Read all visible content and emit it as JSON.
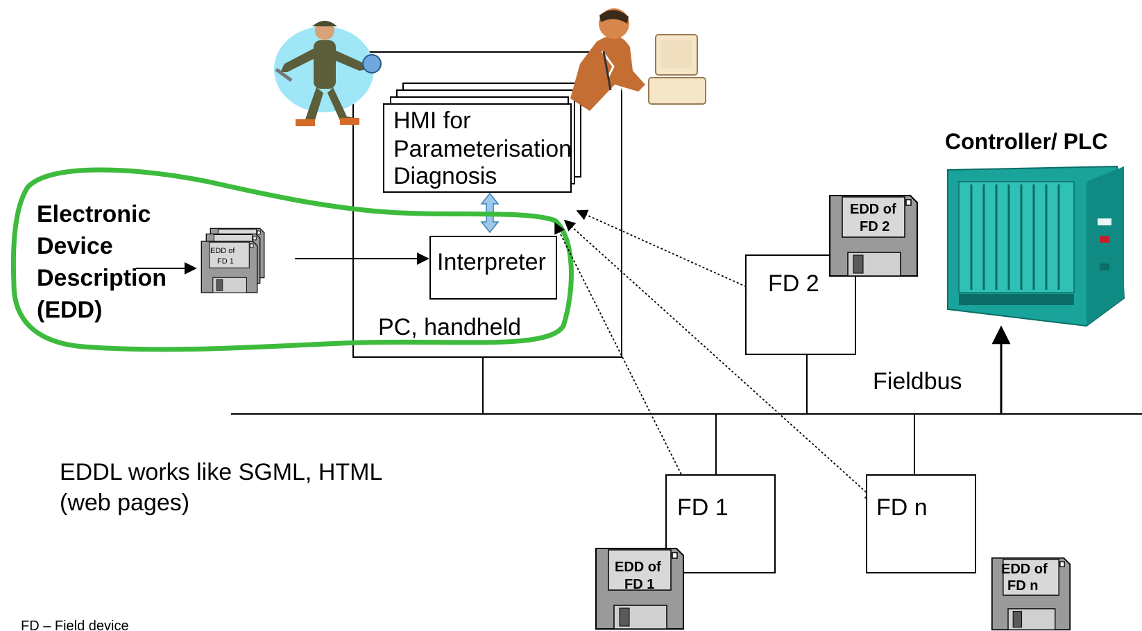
{
  "hmi": {
    "lines": [
      "HMI for",
      "Parameterisation",
      "Diagnosis"
    ]
  },
  "interpreter": {
    "label": "Interpreter"
  },
  "pc": {
    "label": "PC, handheld"
  },
  "edd": {
    "title_lines": [
      "Electronic",
      "Device",
      "Description",
      "(EDD)"
    ],
    "disk_lines": [
      "EDD of",
      "FD 1"
    ]
  },
  "controller": {
    "title": "Controller/ PLC"
  },
  "fieldbus": {
    "label": "Fieldbus"
  },
  "devices": {
    "fd1": {
      "label": "FD 1",
      "disk_lines": [
        "EDD of",
        "FD 1"
      ]
    },
    "fd2": {
      "label": "FD 2",
      "disk_lines": [
        "EDD of",
        "FD 2"
      ]
    },
    "fdn": {
      "label": "FD n",
      "disk_lines": [
        "EDD of",
        "FD n"
      ]
    }
  },
  "note": {
    "lines": [
      "EDDL works like SGML, HTML",
      "(web pages)"
    ]
  },
  "footnote": {
    "text": "FD – Field device"
  },
  "colors": {
    "highlight": "#3dbb3d",
    "plc": "#19a39a",
    "double_arrow": "#9cc8ec",
    "disk_body": "#9a9a9a"
  }
}
